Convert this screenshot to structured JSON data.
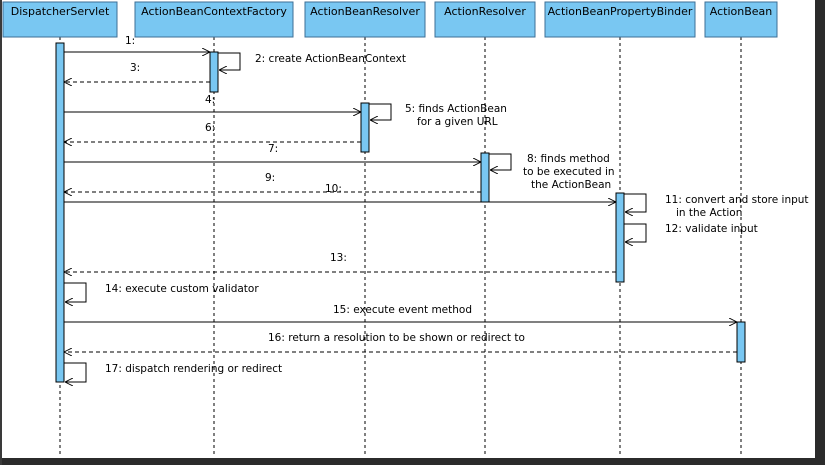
{
  "diagram": {
    "type": "sequence",
    "colors": {
      "header_fill": "#79c7f2",
      "header_stroke": "#3d6f96",
      "activation_fill": "#79c7f2",
      "lifeline": "#000000",
      "arrow": "#000000"
    },
    "participants": [
      {
        "id": "ds",
        "label": "DispatcherServlet"
      },
      {
        "id": "abcf",
        "label": "ActionBeanContextFactory"
      },
      {
        "id": "abr",
        "label": "ActionBeanResolver"
      },
      {
        "id": "ar",
        "label": "ActionResolver"
      },
      {
        "id": "abpb",
        "label": "ActionBeanPropertyBinder"
      },
      {
        "id": "ab",
        "label": "ActionBean"
      }
    ],
    "messages": [
      {
        "n": "1",
        "from": "ds",
        "to": "abcf",
        "kind": "call",
        "label": "1:"
      },
      {
        "n": "2",
        "from": "abcf",
        "to": "abcf",
        "kind": "self",
        "label": "2: create ActionBeanContext"
      },
      {
        "n": "3",
        "from": "abcf",
        "to": "ds",
        "kind": "return",
        "label": "3:"
      },
      {
        "n": "4",
        "from": "ds",
        "to": "abr",
        "kind": "call",
        "label": "4:"
      },
      {
        "n": "5",
        "from": "abr",
        "to": "abr",
        "kind": "self",
        "label": "5: finds ActionBean\nfor a given URL"
      },
      {
        "n": "6",
        "from": "abr",
        "to": "ds",
        "kind": "return",
        "label": "6:"
      },
      {
        "n": "7",
        "from": "ds",
        "to": "ar",
        "kind": "call",
        "label": "7:"
      },
      {
        "n": "8",
        "from": "ar",
        "to": "ar",
        "kind": "self",
        "label": "8: finds method\nto be executed in\nthe ActionBean"
      },
      {
        "n": "9",
        "from": "ar",
        "to": "ds",
        "kind": "return",
        "label": "9:"
      },
      {
        "n": "10",
        "from": "ds",
        "to": "abpb",
        "kind": "call",
        "label": "10:"
      },
      {
        "n": "11",
        "from": "abpb",
        "to": "abpb",
        "kind": "self",
        "label": "11: convert and store input\nin the Action"
      },
      {
        "n": "12",
        "from": "abpb",
        "to": "abpb",
        "kind": "self",
        "label": "12: validate input"
      },
      {
        "n": "13",
        "from": "abpb",
        "to": "ds",
        "kind": "return",
        "label": "13:"
      },
      {
        "n": "14",
        "from": "ds",
        "to": "ds",
        "kind": "self",
        "label": "14: execute custom validator"
      },
      {
        "n": "15",
        "from": "ds",
        "to": "ab",
        "kind": "call",
        "label": "15: execute event method"
      },
      {
        "n": "16",
        "from": "ab",
        "to": "ds",
        "kind": "return",
        "label": "16: return a resolution to be shown or redirect to"
      },
      {
        "n": "17",
        "from": "ds",
        "to": "ds",
        "kind": "self",
        "label": "17: dispatch rendering or redirect"
      }
    ]
  }
}
